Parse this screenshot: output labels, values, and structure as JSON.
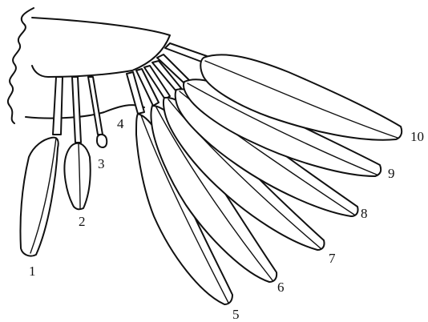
{
  "labels": {
    "f1": "1",
    "f2": "2",
    "f3": "3",
    "f4": "4",
    "f5": "5",
    "f6": "6",
    "f7": "7",
    "f8": "8",
    "f9": "9",
    "f10": "10"
  },
  "colors": {
    "stroke": "#111111",
    "background": "#ffffff"
  }
}
